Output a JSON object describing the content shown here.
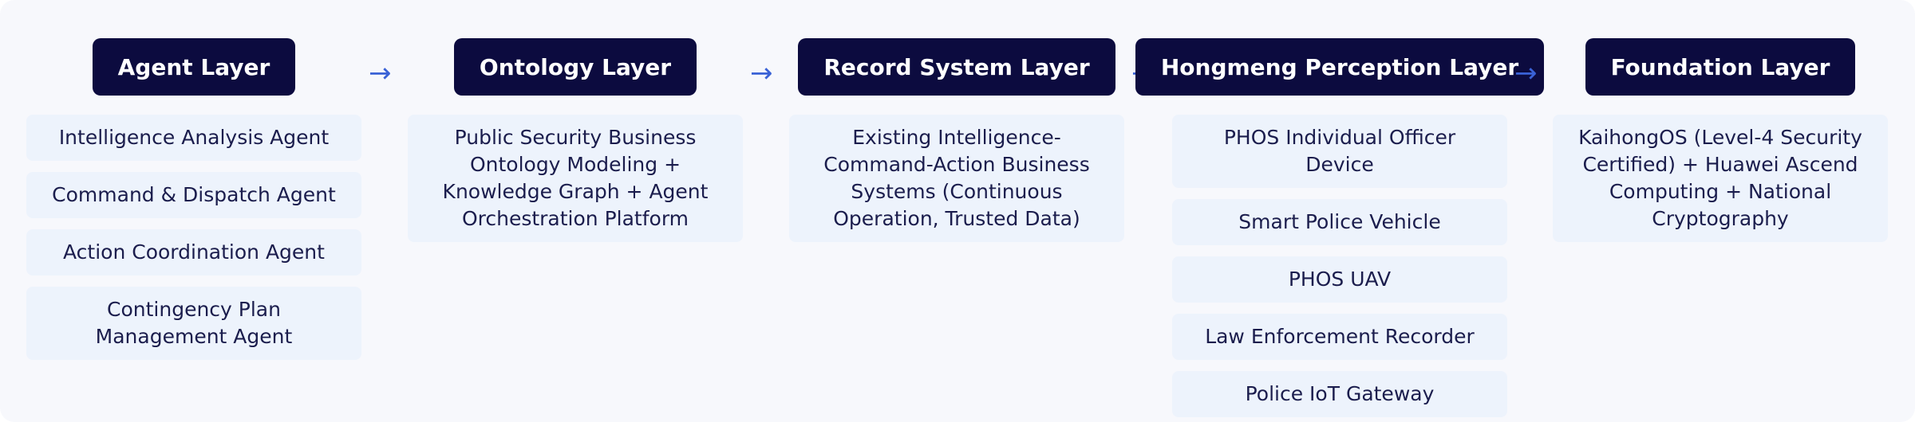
{
  "arrow_glyph": "→",
  "layers": [
    {
      "title": "Agent Layer",
      "items": [
        "Intelligence Analysis Agent",
        "Command & Dispatch Agent",
        "Action Coordination Agent",
        "Contingency Plan Management Agent"
      ]
    },
    {
      "title": "Ontology Layer",
      "items": [
        "Public Security Business Ontology Modeling + Knowledge Graph + Agent Orchestration Platform"
      ]
    },
    {
      "title": "Record System Layer",
      "items": [
        "Existing Intelligence-Command-Action Business Systems (Continuous Operation, Trusted Data)"
      ]
    },
    {
      "title": "Hongmeng Perception Layer",
      "items": [
        "PHOS Individual Officer Device",
        "Smart Police Vehicle",
        "PHOS UAV",
        "Law Enforcement Recorder",
        "Police IoT Gateway"
      ]
    },
    {
      "title": "Foundation Layer",
      "items": [
        "KaihongOS (Level-4 Security Certified) + Huawei Ascend Computing + National Cryptography"
      ]
    }
  ]
}
